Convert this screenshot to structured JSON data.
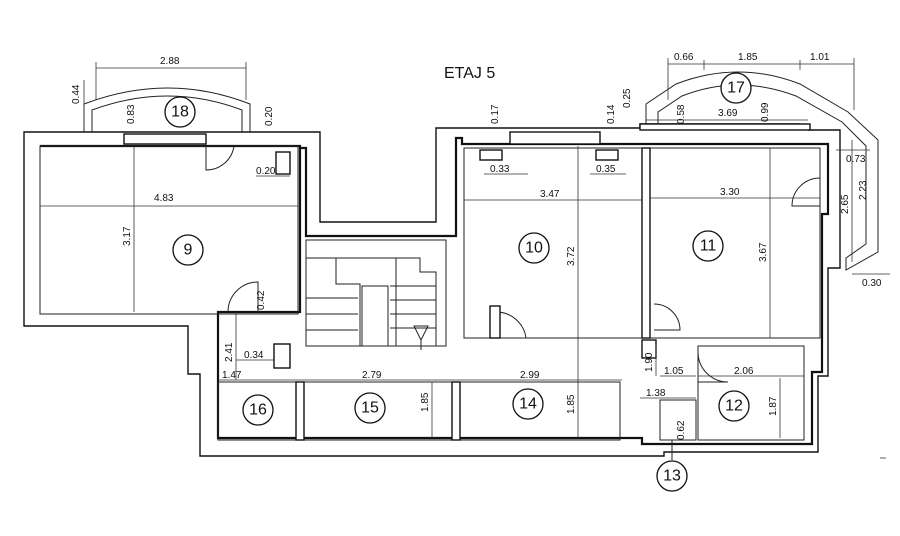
{
  "title": "ETAJ 5",
  "rooms": [
    {
      "id": "room-9",
      "label": "9"
    },
    {
      "id": "room-10",
      "label": "10"
    },
    {
      "id": "room-11",
      "label": "11"
    },
    {
      "id": "room-12",
      "label": "12"
    },
    {
      "id": "room-13",
      "label": "13"
    },
    {
      "id": "room-14",
      "label": "14"
    },
    {
      "id": "room-15",
      "label": "15"
    },
    {
      "id": "room-16",
      "label": "16"
    },
    {
      "id": "room-17",
      "label": "17"
    },
    {
      "id": "room-18",
      "label": "18"
    }
  ],
  "dimensions": {
    "d_288": "2.88",
    "d_044": "0.44",
    "d_083": "0.83",
    "d_020a": "0.20",
    "d_020b": "0.20",
    "d_483": "4.83",
    "d_317": "3.17",
    "d_042": "0.42",
    "d_241": "2.41",
    "d_034": "0.34",
    "d_147": "1.47",
    "d_279": "2.79",
    "d_185a": "1.85",
    "d_017": "0.17",
    "d_033": "0.33",
    "d_347": "3.47",
    "d_372": "3.72",
    "d_299": "2.99",
    "d_185b": "1.85",
    "d_014": "0.14",
    "d_035": "0.35",
    "d_025": "0.25",
    "d_066": "0.66",
    "d_185c": "1.85",
    "d_101": "1.01",
    "d_058": "0.58",
    "d_369": "3.69",
    "d_099": "0.99",
    "d_330": "3.30",
    "d_367": "3.67",
    "d_073": "0.73",
    "d_265": "2.65",
    "d_223": "2.23",
    "d_030": "0.30",
    "d_190": "1.90",
    "d_105": "1.05",
    "d_206": "2.06",
    "d_138": "1.38",
    "d_187": "1.87",
    "d_062": "0.62"
  }
}
